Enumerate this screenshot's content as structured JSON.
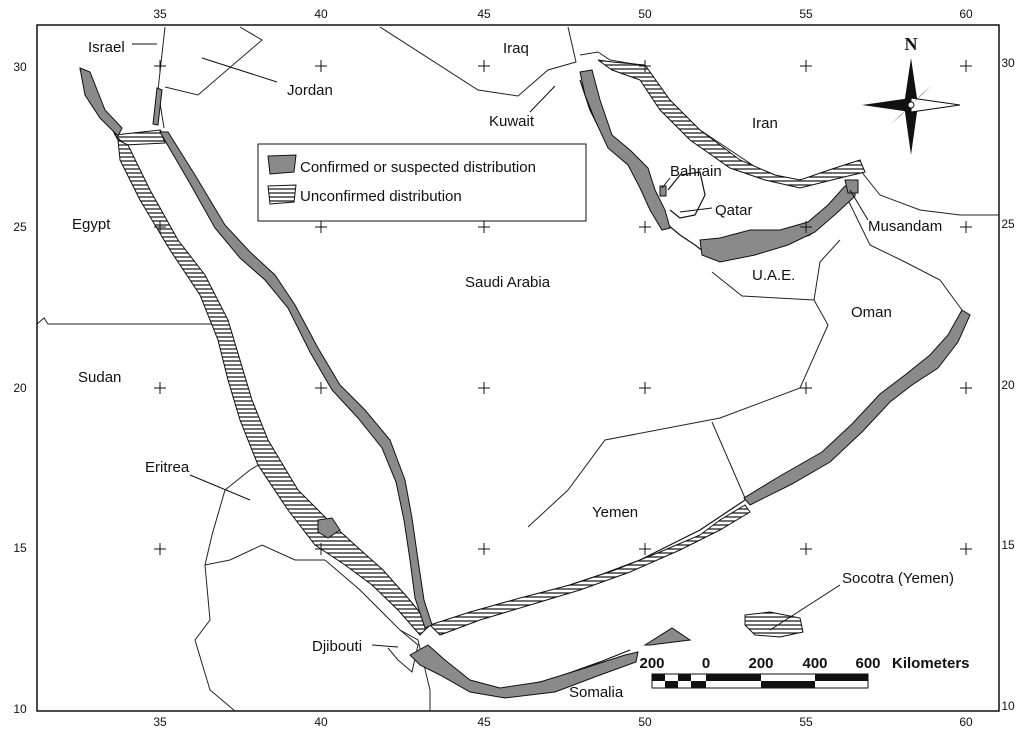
{
  "colors": {
    "confirmed": "#8a8a8a",
    "unconfirmed_hatch": "#111111",
    "land": "#ffffff",
    "ink": "#111111"
  },
  "top_ticks": [
    "35",
    "40",
    "45",
    "50",
    "55",
    "60"
  ],
  "bottom_ticks": [
    "35",
    "40",
    "45",
    "50",
    "55",
    "60"
  ],
  "left_ticks": [
    "30",
    "25",
    "20",
    "15",
    "10"
  ],
  "right_ticks": [
    "30",
    "25",
    "20",
    "15",
    "10"
  ],
  "legend": {
    "confirmed": "Confirmed or suspected distribution",
    "unconfirmed": "Unconfirmed distribution"
  },
  "north_arrow": "N",
  "scale_bar": {
    "labels": [
      "200",
      "0",
      "200",
      "400",
      "600"
    ],
    "unit": "Kilometers"
  },
  "places": {
    "israel": "Israel",
    "jordan": "Jordan",
    "iraq": "Iraq",
    "kuwait": "Kuwait",
    "iran": "Iran",
    "bahrain": "Bahrain",
    "qatar": "Qatar",
    "musandam": "Musandam",
    "uae": "U.A.E.",
    "oman": "Oman",
    "egypt": "Egypt",
    "saudi_arabia": "Saudi Arabia",
    "sudan": "Sudan",
    "eritrea": "Eritrea",
    "yemen": "Yemen",
    "socotra": "Socotra (Yemen)",
    "djibouti": "Djibouti",
    "somalia": "Somalia"
  }
}
